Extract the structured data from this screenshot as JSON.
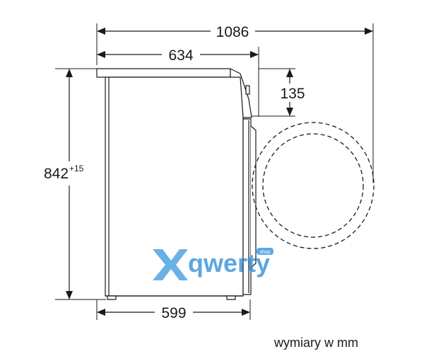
{
  "dimensions": {
    "total_depth_door_open": "1086",
    "depth": "634",
    "top_to_door": "135",
    "height": "842",
    "height_tolerance": "+15",
    "width": "599"
  },
  "units_note": "wymiary w mm",
  "watermark": {
    "text": "qwerty",
    "badge": "shop",
    "icon": "x-logo-icon",
    "color": "#2f8ed8"
  },
  "colors": {
    "line": "#1a1a1a",
    "background": "#ffffff"
  }
}
